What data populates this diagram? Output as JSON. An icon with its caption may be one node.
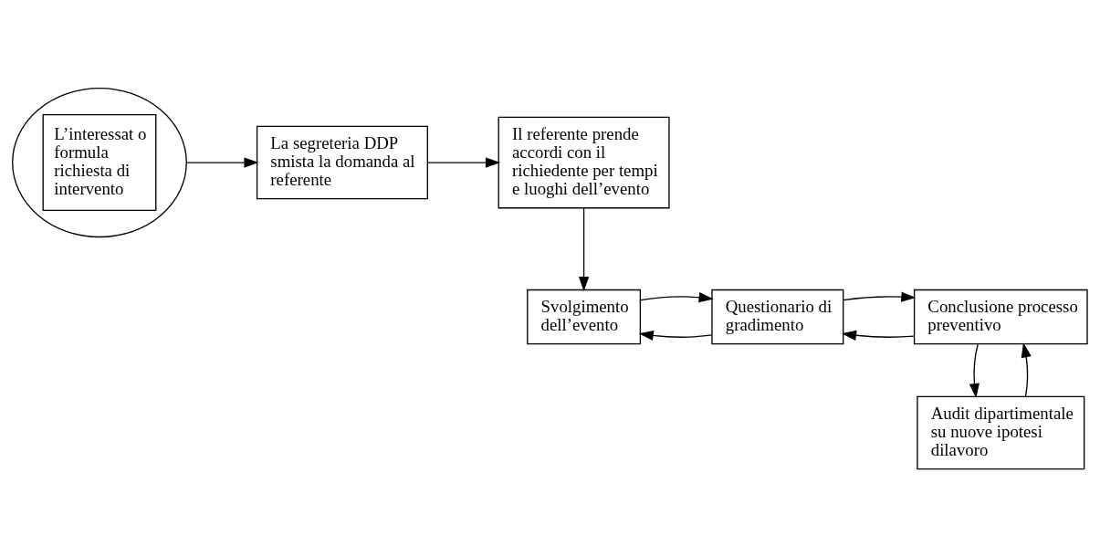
{
  "diagram": {
    "nodes": [
      {
        "text": [],
        "shape": "circle"
      },
      {
        "text": [
          "L’interessat o formula richiesta di intervento"
        ],
        "in": 0
      },
      {
        "text": [
          "La segreteria DDP smista la domanda al referente"
        ]
      },
      {
        "text": [
          "Il referente prende accordi con il richiedente per tempi e luoghi dell’evento"
        ]
      },
      {
        "text": [
          "Audit dipartimentale su nuove ipotesi dilavoro"
        ]
      },
      {
        "text": [
          "Conclusione processo preventivo"
        ]
      },
      {
        "text": [
          "Questionario di gradimento"
        ]
      },
      {
        "text": [
          "Svolgimento dell’evento"
        ]
      }
    ],
    "edges": [
      {
        "from": 0,
        "to": 2,
        "arrow": "to"
      },
      {
        "from": 2,
        "to": 3,
        "arrow": "to"
      },
      {
        "from": 3,
        "to": 7,
        "arrow": "to"
      },
      {
        "from": 4,
        "to": 5,
        "arrow": "to"
      },
      {
        "from": 5,
        "to": 4,
        "arrow": "to"
      },
      {
        "from": 5,
        "to": 6,
        "arrow": "to"
      },
      {
        "from": 6,
        "to": 5,
        "arrow": "to"
      },
      {
        "from": 6,
        "to": 7,
        "arrow": "to"
      },
      {
        "from": 7,
        "to": 6,
        "arrow": "to"
      }
    ]
  }
}
